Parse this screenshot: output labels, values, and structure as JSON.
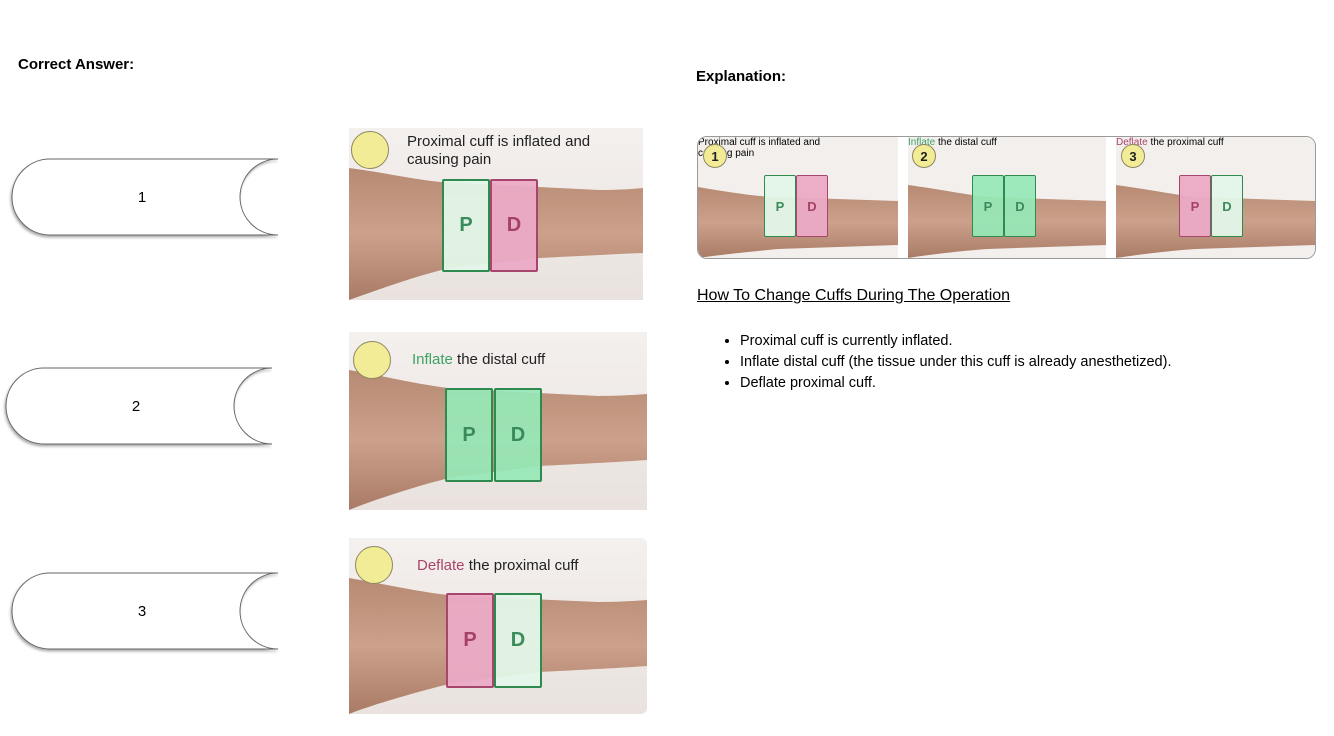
{
  "correct_answer": {
    "heading": "Correct Answer:",
    "slots": [
      {
        "number": "1"
      },
      {
        "number": "2"
      },
      {
        "number": "3"
      }
    ]
  },
  "steps": [
    {
      "caption": "Proximal cuff is inflated and causing pain",
      "prefix": "",
      "prefix_color": "",
      "proximal": {
        "letter": "P",
        "state": "light"
      },
      "distal": {
        "letter": "D",
        "state": "pink"
      }
    },
    {
      "caption": "the distal cuff",
      "prefix": "Inflate",
      "prefix_color": "#3fa163",
      "proximal": {
        "letter": "P",
        "state": "green"
      },
      "distal": {
        "letter": "D",
        "state": "green"
      }
    },
    {
      "caption": "the proximal cuff",
      "prefix": "Deflate",
      "prefix_color": "#a8466c",
      "proximal": {
        "letter": "P",
        "state": "pink"
      },
      "distal": {
        "letter": "D",
        "state": "light"
      }
    }
  ],
  "explanation": {
    "heading": "Explanation:",
    "panels": [
      {
        "number": "1",
        "caption": "Proximal cuff is inflated and causing pain",
        "prefix": ""
      },
      {
        "number": "2",
        "caption": "the distal cuff",
        "prefix": "Inflate"
      },
      {
        "number": "3",
        "caption": "the proximal cuff",
        "prefix": "Deflate"
      }
    ],
    "subheading": "How To Change Cuffs During The Operation",
    "bullets": [
      "Proximal cuff is currently inflated.",
      "Inflate distal cuff (the tissue under this cuff is already anesthetized).",
      "Deflate proximal cuff."
    ]
  },
  "colors": {
    "inflated_green": "#96e8b6",
    "deflated_light": "#e2f6e9",
    "painful_pink": "#ebaac5",
    "step_marker": "#f3ec96",
    "skin": "#c69a82"
  }
}
